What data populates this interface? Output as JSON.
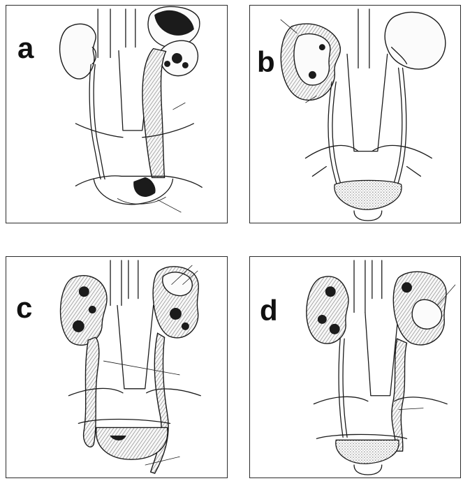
{
  "panels": [
    {
      "id": "a",
      "label": "a"
    },
    {
      "id": "b",
      "label": "b"
    },
    {
      "id": "c",
      "label": "c"
    },
    {
      "id": "d",
      "label": "d"
    }
  ],
  "colors": {
    "ink": "#1a1a1a",
    "frame": "#2b2b2b",
    "background": "#ffffff"
  }
}
